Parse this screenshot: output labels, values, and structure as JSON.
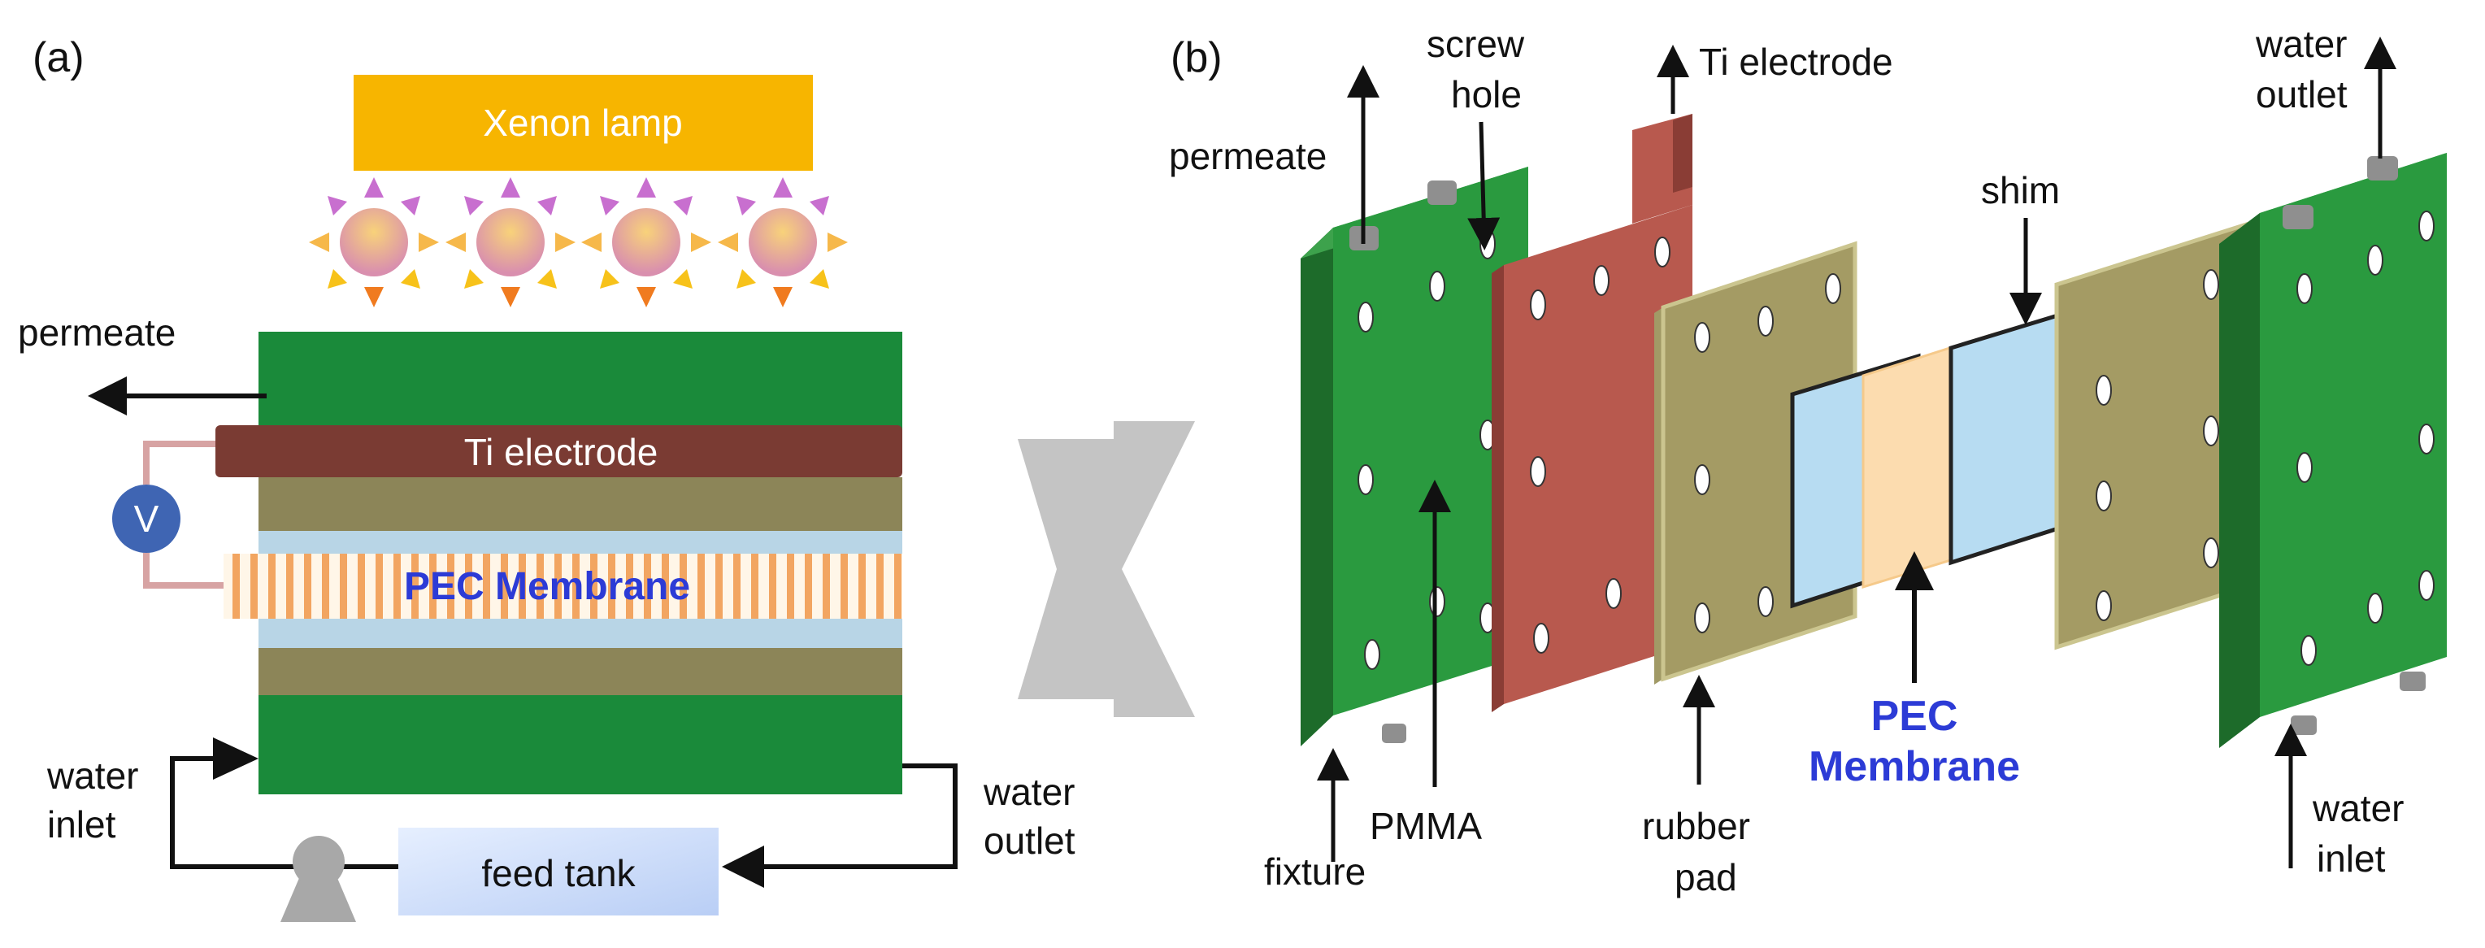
{
  "panel_a": {
    "panel_label": "(a)",
    "lamp_label": "Xenon lamp",
    "permeate": "permeate",
    "ti_electrode": "Ti electrode",
    "voltmeter": "V",
    "membrane": "PEC Membrane",
    "water_inlet": [
      "water",
      "inlet"
    ],
    "water_outlet": [
      "water",
      "outlet"
    ],
    "feed_tank": "feed tank"
  },
  "panel_b": {
    "panel_label": "(b)",
    "screw_hole": [
      "screw",
      "hole"
    ],
    "ti_electrode": "Ti electrode",
    "water_outlet": [
      "water",
      "outlet"
    ],
    "permeate": "permeate",
    "shim": "shim",
    "fixture": "fixture",
    "pmma": "PMMA",
    "rubber_pad": [
      "rubber",
      "pad"
    ],
    "membrane": [
      "PEC",
      "Membrane"
    ],
    "water_inlet": [
      "water",
      "inlet"
    ]
  },
  "colors": {
    "fixture_green": "#1f8a3a",
    "ti_brown": "#7a3b33",
    "rubber_olive": "#8c8558",
    "membrane_stripe": "#f2a561",
    "lamp_yellow": "#f7b500",
    "membrane_text_blue": "#2c3bd6",
    "arrow_gray": "#c4c4c4"
  }
}
